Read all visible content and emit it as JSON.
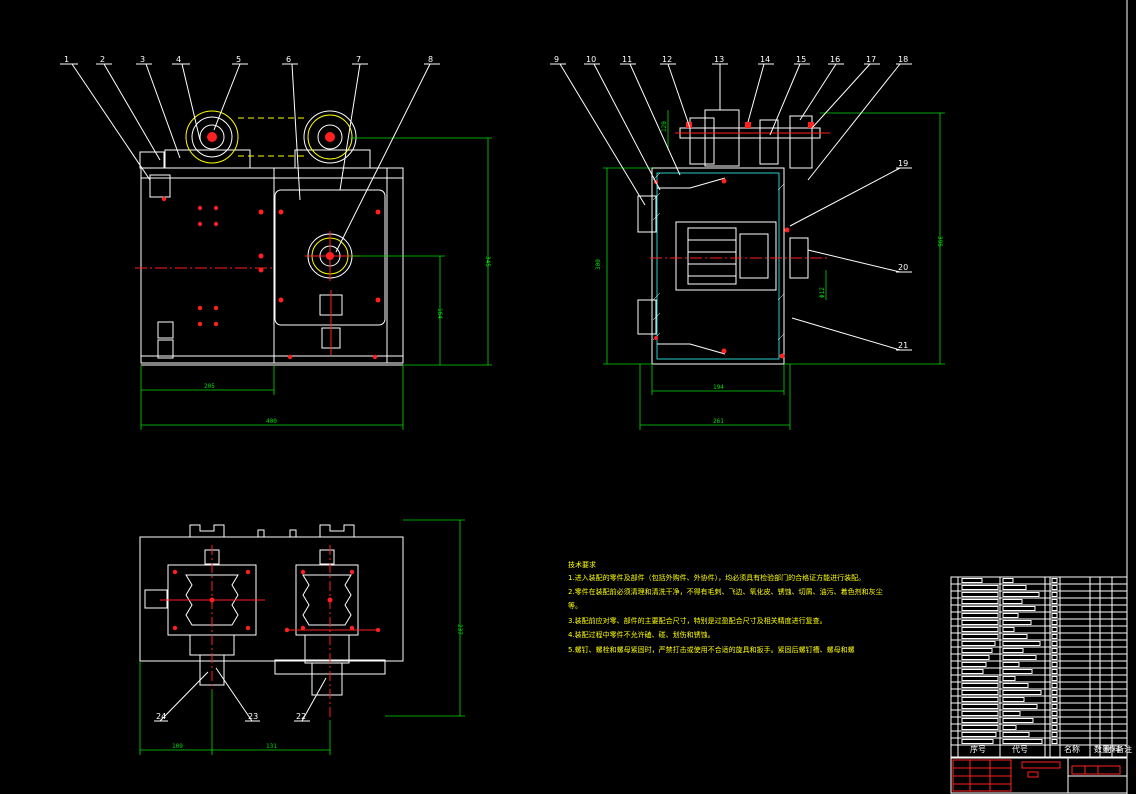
{
  "drawing": {
    "front_view": {
      "part_labels": [
        "1",
        "2",
        "3",
        "4",
        "5",
        "6",
        "7",
        "8"
      ],
      "dims": {
        "width_total": "400",
        "width_left": "205",
        "height_total": "345",
        "height_center": "164"
      }
    },
    "side_view": {
      "part_labels": [
        "9",
        "10",
        "11",
        "12",
        "13",
        "14",
        "15",
        "16",
        "17",
        "18",
        "19",
        "20",
        "21"
      ],
      "dims": {
        "width_total": "261",
        "width_inner": "194",
        "height_body": "300",
        "height_total": "395",
        "top_dim": "120",
        "shaft_dim": "Φ12"
      }
    },
    "top_view": {
      "part_labels": [
        "24",
        "23",
        "22"
      ],
      "dims": {
        "left": "109",
        "right": "131",
        "depth": "237"
      }
    },
    "tech_notes": {
      "title": "技术要求",
      "lines": [
        "1.进入装配的零件及部件（包括外购件、外协件），均必须具有检验部门的合格证方能进行装配。",
        "2.零件在装配前必须清理和清洗干净，不得有毛刺、飞边、氧化皮、锈蚀、切屑、油污、着色剂和灰尘",
        "等。",
        "3.装配前应对零、部件的主要配合尺寸，特别是过盈配合尺寸及相关精度进行复查。",
        "4.装配过程中零件不允许磕、碰、划伤和锈蚀。",
        "5.螺钉、螺栓和螺母紧固时，严禁打击或使用不合适的旋具和扳手。紧固后螺钉槽、螺母和螺"
      ]
    },
    "bom": {
      "footer_labels": [
        "序号",
        "代号",
        "名称",
        "数量",
        "材料",
        "备注"
      ]
    }
  }
}
